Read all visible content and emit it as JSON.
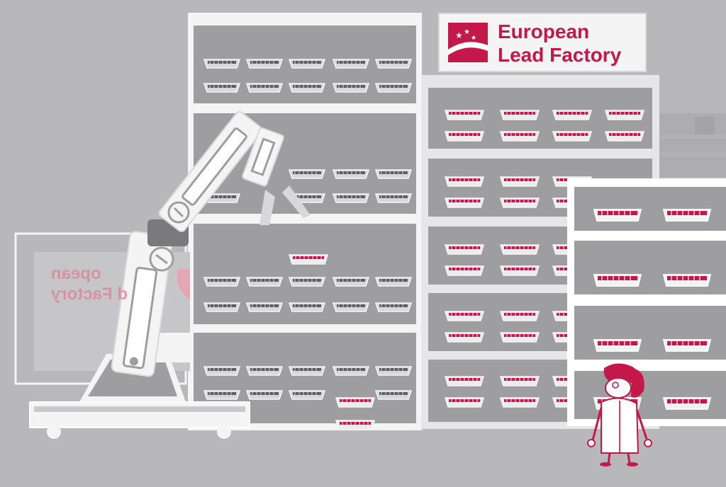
{
  "sign": {
    "line1": "European",
    "line2": "Lead Factory"
  },
  "monitor_reflection": {
    "line1": "opean",
    "line2": "d Factory"
  },
  "colors": {
    "background": "#b8b8ba",
    "brand_red": "#c4184a",
    "shelf_white": "#f4f4f5",
    "shelf_interior": "#9e9ea1"
  },
  "icons": [
    "elf-logo-icon",
    "robot-arm-icon",
    "scientist-figure-icon"
  ]
}
